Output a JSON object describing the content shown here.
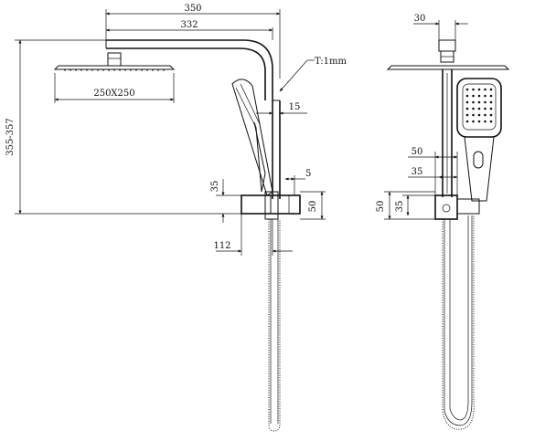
{
  "drawing": {
    "side_view": {
      "dim_overall_width": "350",
      "dim_arm_length": "332",
      "dim_thickness": "T:1mm",
      "dim_head_size": "250X250",
      "dim_pipe_offset": "15",
      "dim_total_height": "355-357",
      "dim_bracket_height": "35",
      "dim_bracket_small": "5",
      "dim_bracket_depth": "50",
      "dim_handset_reach": "112"
    },
    "front_view": {
      "dim_top_width": "30",
      "dim_width_50": "50",
      "dim_width_35": "35",
      "dim_height_50": "50",
      "dim_height_35": "35"
    }
  }
}
